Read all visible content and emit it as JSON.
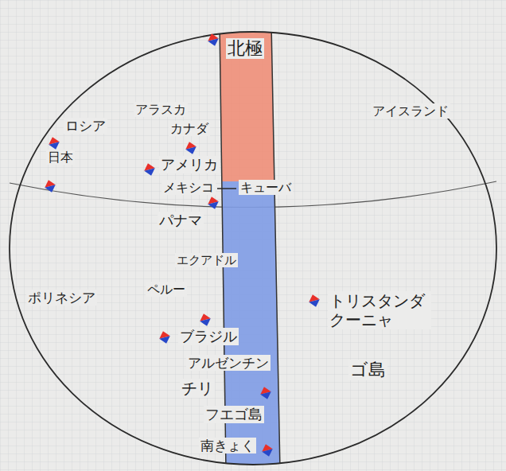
{
  "diagram": {
    "labels": [
      "北極",
      "ロシア",
      "アラスカ",
      "カナダ",
      "アイスランド",
      "日本",
      "アメリカ",
      "メキシコ",
      "キューバ",
      "パナマ",
      "エクアドル",
      "ポリネシア",
      "ペルー",
      "ブラジル",
      "アルゼンチン",
      "チリ",
      "フエゴ島",
      "南きょく",
      "トリスタンダクーニャ",
      "ゴ島"
    ]
  }
}
